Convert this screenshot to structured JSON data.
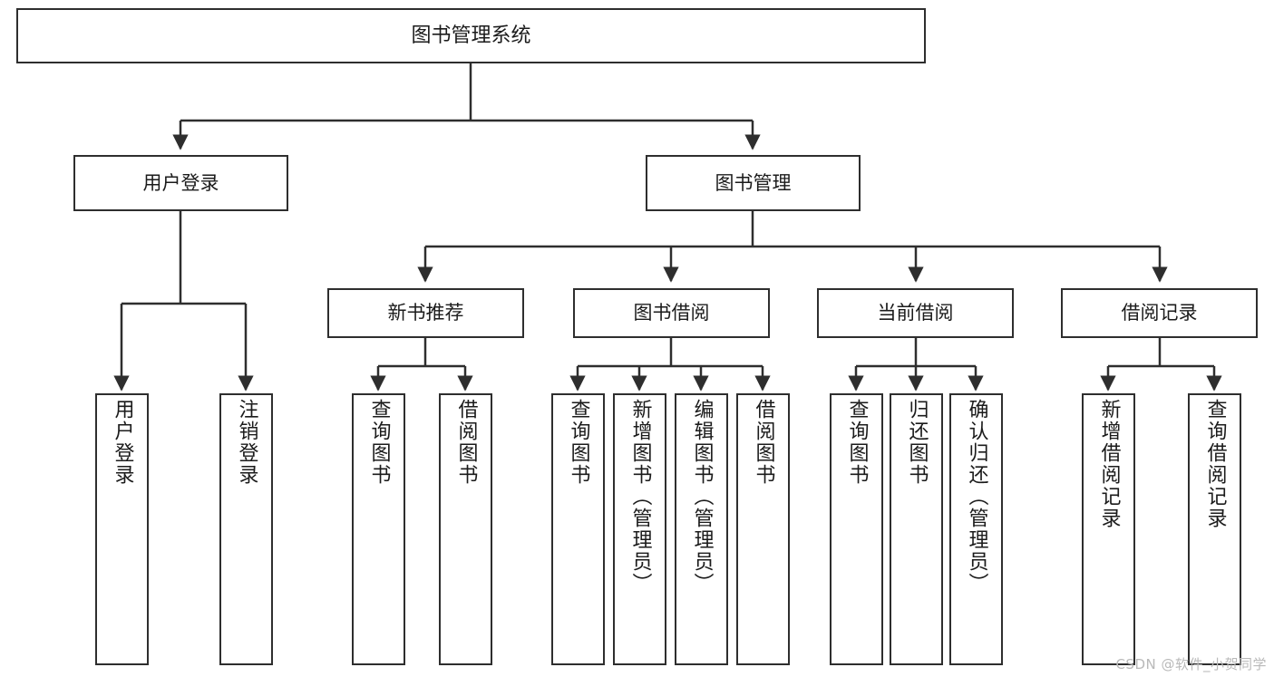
{
  "diagram": {
    "title": "图书管理系统",
    "type": "tree-hierarchy-chart",
    "colors": {
      "box_border": "#2e2e2e",
      "box_fill": "#ffffff",
      "edge": "#2e2e2e",
      "text": "#1b1b1b",
      "watermark": "#b9b9b9",
      "background": "#ffffff"
    }
  },
  "root": {
    "label": "图书管理系统"
  },
  "level1": [
    {
      "label": "用户登录"
    },
    {
      "label": "图书管理"
    }
  ],
  "level2": [
    {
      "label": "新书推荐"
    },
    {
      "label": "图书借阅"
    },
    {
      "label": "当前借阅"
    },
    {
      "label": "借阅记录"
    }
  ],
  "leaves": {
    "user_login": [
      {
        "label": "用户登录"
      },
      {
        "label": "注销登录"
      }
    ],
    "new_book_recommend": [
      {
        "label": "查询图书"
      },
      {
        "label": "借阅图书"
      }
    ],
    "book_borrow": [
      {
        "label": "查询图书"
      },
      {
        "label": "新增图书（管理员）"
      },
      {
        "label": "编辑图书（管理员）"
      },
      {
        "label": "借阅图书"
      }
    ],
    "current_borrow": [
      {
        "label": "查询图书"
      },
      {
        "label": "归还图书"
      },
      {
        "label": "确认归还（管理员）"
      }
    ],
    "borrow_record": [
      {
        "label": "新增借阅记录"
      },
      {
        "label": "查询借阅记录"
      }
    ]
  },
  "watermark": {
    "text": "CSDN @软件_小贺同学"
  }
}
